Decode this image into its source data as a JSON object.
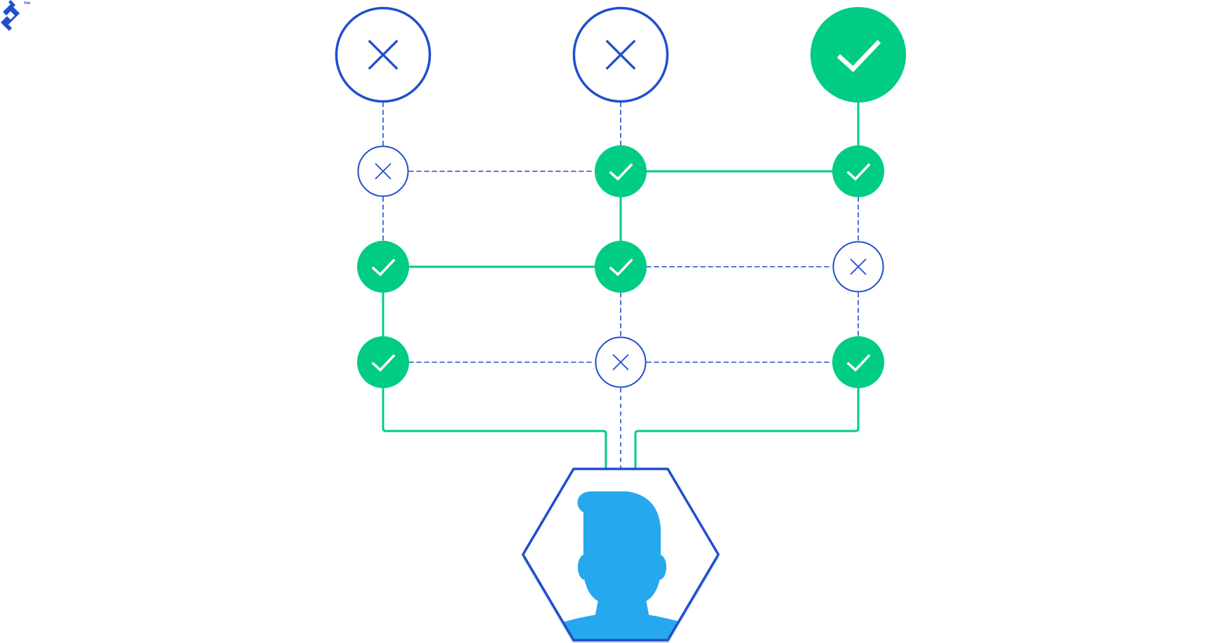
{
  "logo": {
    "icon": "toptal-logo-icon",
    "trademark": "™"
  },
  "colors": {
    "blue": "#204ECF",
    "green": "#00CC83",
    "avatar": "#26A8EE",
    "avatar_shadow": "#C7E3FA",
    "white": "#FFFFFF"
  },
  "diagram": {
    "top_nodes": [
      {
        "column": 1,
        "status": "rejected",
        "icon": "x-icon"
      },
      {
        "column": 2,
        "status": "rejected",
        "icon": "x-icon"
      },
      {
        "column": 3,
        "status": "accepted",
        "icon": "check-icon"
      }
    ],
    "grid": [
      [
        "rejected",
        "accepted",
        "accepted"
      ],
      [
        "accepted",
        "accepted",
        "rejected"
      ],
      [
        "accepted",
        "rejected",
        "accepted"
      ]
    ],
    "bottom_node": {
      "icon": "person-silhouette-icon",
      "shape": "hexagon"
    }
  }
}
